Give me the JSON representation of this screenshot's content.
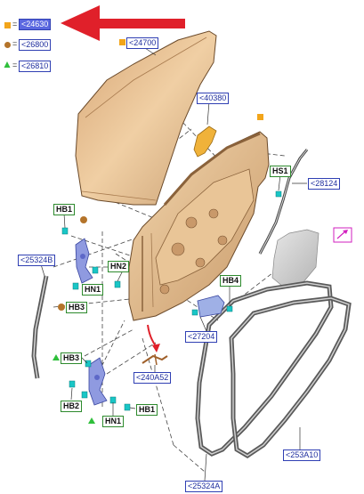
{
  "legend": [
    {
      "label": "<24630",
      "symbol": "square",
      "color": "#f2a51b",
      "selected": true
    },
    {
      "label": "<26800",
      "symbol": "circle",
      "color": "#b4742a",
      "selected": false
    },
    {
      "label": "<26810",
      "symbol": "triangle",
      "color": "#2fbf3b",
      "selected": false
    }
  ],
  "legend_eq": "=",
  "refs": {
    "r24700": "<24700",
    "r40380": "<40380",
    "r28124": "<28124",
    "r25324b": "<25324B",
    "r27204": "<27204",
    "r240a52": "<240A52",
    "r253a10": "<253A10",
    "r25324a": "<25324A"
  },
  "hardware": {
    "hs1": "HS1",
    "hb1_top": "HB1",
    "hn2": "HN2",
    "hb4": "HB4",
    "hn1_top": "HN1",
    "hb3_top": "HB3",
    "hb3_bottom": "HB3",
    "hb2": "HB2",
    "hb1_bottom": "HB1",
    "hn1_bottom": "HN1"
  },
  "colors": {
    "ref_border": "#2f3fb3",
    "ref_selected_bg": "#5b68e0",
    "hardware_border": "#2d8a2d",
    "arrow": "#e0202a",
    "panel": "#e2b98a",
    "seal": "#5a5a5a",
    "bracket": "#7f8dd6",
    "fastener": "#19c6c6",
    "magnifier": "#d21fbf"
  }
}
